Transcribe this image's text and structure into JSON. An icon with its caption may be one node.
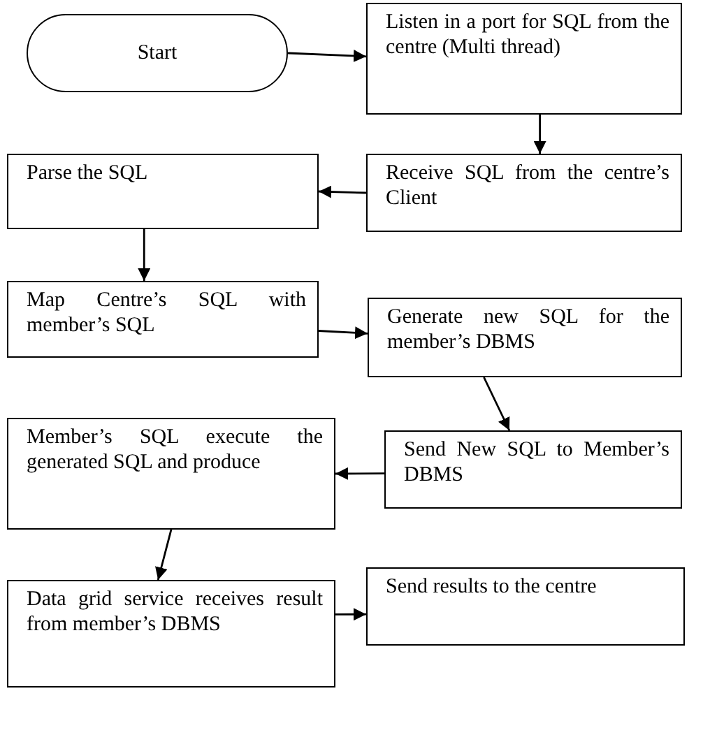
{
  "diagram": {
    "nodes": [
      {
        "text": [
          "Start"
        ]
      },
      {
        "text": [
          "Listen in a port for SQL from the centre (Multi thread)"
        ]
      },
      {
        "text": [
          "Receive SQL from the centre’s Client"
        ]
      },
      {
        "text": [
          "Parse the SQL"
        ]
      },
      {
        "text": [
          "Map Centre’s SQL with member’s SQL"
        ]
      },
      {
        "text": [
          "Generate new SQL for the member’s DBMS"
        ]
      },
      {
        "text": [
          "Send New SQL to Member’s DBMS"
        ]
      },
      {
        "text": [
          "Member’s SQL execute the generated SQL and produce"
        ]
      },
      {
        "text": [
          "Data grid service receives result from member’s DBMS"
        ]
      },
      {
        "text": [
          "Send results to the centre"
        ]
      }
    ],
    "edges": [
      {
        "from": 0,
        "to": 1,
        "arrow": "to"
      },
      {
        "from": 1,
        "to": 2,
        "arrow": "to"
      },
      {
        "from": 2,
        "to": 3,
        "arrow": "to"
      },
      {
        "from": 3,
        "to": 4,
        "arrow": "to"
      },
      {
        "from": 4,
        "to": 5,
        "arrow": "to"
      },
      {
        "from": 5,
        "to": 6,
        "arrow": "to"
      },
      {
        "from": 6,
        "to": 7,
        "arrow": "to"
      },
      {
        "from": 7,
        "to": 8,
        "arrow": "to"
      },
      {
        "from": 8,
        "to": 9,
        "arrow": "to"
      }
    ]
  }
}
